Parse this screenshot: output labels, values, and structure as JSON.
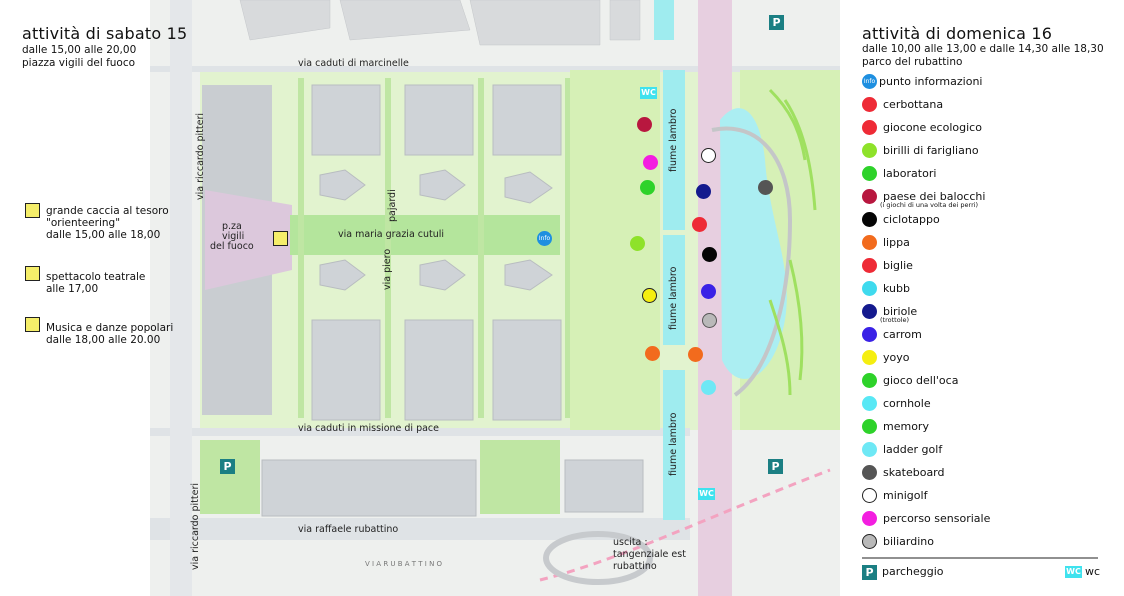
{
  "left_panel": {
    "title": "attività di sabato 15",
    "time": "dalle 15,00 alle 20,00",
    "place": "piazza vigili del fuoco",
    "items": [
      {
        "lines": [
          "grande caccia al tesoro",
          "\"orienteering\"",
          "dalle 15,00 alle 18,00"
        ]
      },
      {
        "lines": [
          "spettacolo teatrale",
          "alle 17,00"
        ]
      },
      {
        "lines": [
          "Musica e danze popolari",
          "dalle 18,00 alle 20.00"
        ]
      }
    ]
  },
  "right_panel": {
    "title": "attività di domenica 16",
    "time": "dalle 10,00 alle 13,00 e dalle 14,30 alle 18,30",
    "place": "parco del rubattino",
    "info_label": "punto informazioni",
    "info_icon_text": "Info",
    "legend": [
      {
        "label": "cerbottana",
        "color": "#ee2b36"
      },
      {
        "label": "giocone ecologico",
        "color": "#ee2b36"
      },
      {
        "label": "birilli di farigliano",
        "color": "#8ee22a"
      },
      {
        "label": "laboratori",
        "color": "#2ed22a"
      },
      {
        "label": "paese dei balocchi",
        "color": "#b8173f",
        "note": "(i giochi di una volta dei perri)"
      },
      {
        "label": "ciclotappo",
        "color": "#050505"
      },
      {
        "label": "lippa",
        "color": "#f26b1d"
      },
      {
        "label": "biglie",
        "color": "#ee2b36"
      },
      {
        "label": "kubb",
        "color": "#3fdaee"
      },
      {
        "label": "biriole",
        "color": "#141a8e",
        "note": "(trottole)"
      },
      {
        "label": "carrom",
        "color": "#3a22e6"
      },
      {
        "label": "yoyo",
        "color": "#f5ee10"
      },
      {
        "label": "gioco dell'oca",
        "color": "#2ed22a"
      },
      {
        "label": "cornhole",
        "color": "#58e8f5"
      },
      {
        "label": "memory",
        "color": "#2ed22a"
      },
      {
        "label": "ladder golf",
        "color": "#6ee8f5"
      },
      {
        "label": "skateboard",
        "color": "#555555"
      },
      {
        "label": "minigolf",
        "color": "#ffffff"
      },
      {
        "label": "percorso sensoriale",
        "color": "#f31ee0"
      },
      {
        "label": "biliardino",
        "color": "#b9b9b9"
      }
    ],
    "parking_label": "parcheggio",
    "parking_icon": "P",
    "wc_label": "wc",
    "wc_icon": "WC"
  },
  "map": {
    "streets": {
      "caduti_marcinelle": "via caduti di marcinelle",
      "riccardo_pitteri_top": "via riccardo pitteri",
      "riccardo_pitteri_bottom": "via riccardo pitteri",
      "caduti_missione": "via caduti in missione di pace",
      "raffaele_rubattino": "via raffaele rubattino",
      "maria_grazia_cutuli": "via maria grazia cutuli",
      "piero_pajardi_1": "via piero",
      "piero_pajardi_2": "pajardi",
      "piazza_1": "p.za",
      "piazza_2": "vigili",
      "piazza_3": "del fuoco",
      "fiume_1": "fiume lambro",
      "fiume_2": "fiume lambro",
      "fiume_3": "fiume lambro",
      "uscita_1": "uscita :",
      "uscita_2": "tangenziale est",
      "uscita_3": "rubattino",
      "via_bottom": "V I A   R U B A T T I N O"
    },
    "markers": [
      {
        "color": "#b8173f"
      },
      {
        "color": "#f31ee0"
      },
      {
        "color": "#2ed22a"
      },
      {
        "color": "#ffffff"
      },
      {
        "color": "#141a8e"
      },
      {
        "color": "#555555"
      },
      {
        "color": "#ee2b36"
      },
      {
        "color": "#8ee22a"
      },
      {
        "color": "#050505"
      },
      {
        "color": "#f5ee10"
      },
      {
        "color": "#3a22e6"
      },
      {
        "color": "#b9b9b9"
      },
      {
        "color": "#f26b1d"
      },
      {
        "color": "#f26b1d"
      },
      {
        "color": "#6ee8f5"
      }
    ]
  }
}
